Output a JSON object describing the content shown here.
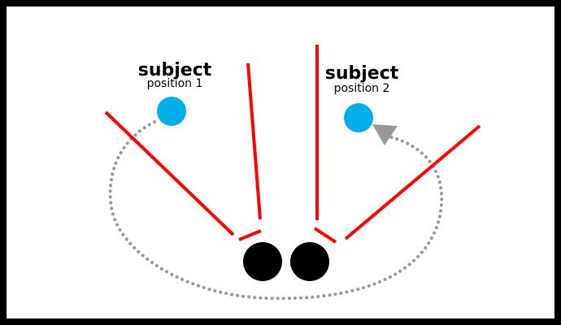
{
  "subject1": {
    "title": "subject",
    "subtitle": "position 1"
  },
  "subject2": {
    "title": "subject",
    "subtitle": "position 2"
  },
  "colors": {
    "lines": "#ff0000",
    "subject": "#00aee8",
    "camera": "#000000",
    "path": "#999999"
  }
}
